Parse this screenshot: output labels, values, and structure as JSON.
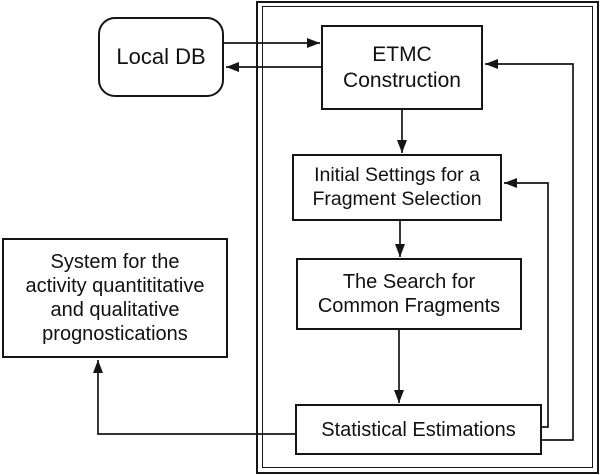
{
  "colors": {
    "background": "#ffffff",
    "line": "#151515",
    "text": "#111111"
  },
  "nodes": {
    "local_db": {
      "label": "Local DB",
      "shape": "rounded-rectangle"
    },
    "etmc": {
      "label": "ETMC\nConstruction",
      "shape": "rectangle"
    },
    "initial_settings": {
      "label": "Initial Settings for a\nFragment Selection",
      "shape": "rectangle"
    },
    "search": {
      "label": "The Search for\nCommon Fragments",
      "shape": "rectangle"
    },
    "statistical": {
      "label": "Statistical Estimations",
      "shape": "rectangle"
    },
    "system": {
      "label": "System for the\nactivity quantititative\nand qualitative\nprognostications",
      "shape": "rectangle"
    }
  },
  "edges": [
    {
      "from": "local_db",
      "to": "etmc"
    },
    {
      "from": "etmc",
      "to": "local_db"
    },
    {
      "from": "etmc",
      "to": "initial_settings"
    },
    {
      "from": "initial_settings",
      "to": "search"
    },
    {
      "from": "search",
      "to": "statistical"
    },
    {
      "from": "statistical",
      "to": "initial_settings"
    },
    {
      "from": "statistical",
      "to": "etmc"
    },
    {
      "from": "statistical",
      "to": "system"
    }
  ]
}
